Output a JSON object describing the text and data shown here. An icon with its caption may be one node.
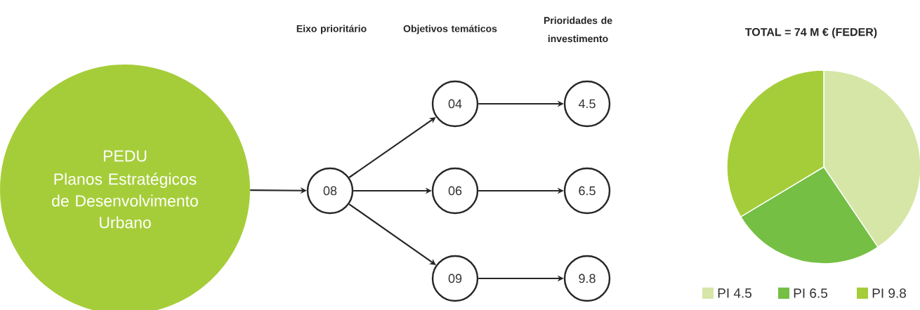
{
  "diagram": {
    "nodes": [
      {
        "text": [
          "PEDU",
          "Planos Estratégicos de Desenvolvimento Urbano"
        ]
      },
      {
        "text": [
          "08"
        ]
      },
      {
        "text": [
          "04"
        ]
      },
      {
        "text": [
          "06"
        ]
      },
      {
        "text": [
          "09"
        ]
      },
      {
        "text": [
          "4.5"
        ]
      },
      {
        "text": [
          "6.5"
        ]
      },
      {
        "text": [
          "9.8"
        ]
      }
    ],
    "edges": [
      {
        "from": 0,
        "to": 1,
        "arrow": "to"
      },
      {
        "from": 1,
        "to": 2,
        "arrow": "to"
      },
      {
        "from": 1,
        "to": 3,
        "arrow": "to"
      },
      {
        "from": 1,
        "to": 4,
        "arrow": "to"
      },
      {
        "from": 2,
        "to": 5,
        "arrow": "to"
      },
      {
        "from": 3,
        "to": 6,
        "arrow": "to"
      },
      {
        "from": 4,
        "to": 7,
        "arrow": "to"
      }
    ],
    "labels": [
      "Eixo prioritário",
      "Objetivos temáticos",
      "Prioridades de investimento",
      "TOTAL = 74 M €   (FEDER)"
    ],
    "legend": [
      {
        "text": "PI 4.5",
        "color": "#d5e6a6"
      },
      {
        "text": "PI 6.5",
        "color": "#74bf44"
      },
      {
        "text": "PI 9.8",
        "color": "#a5cd39"
      }
    ]
  }
}
